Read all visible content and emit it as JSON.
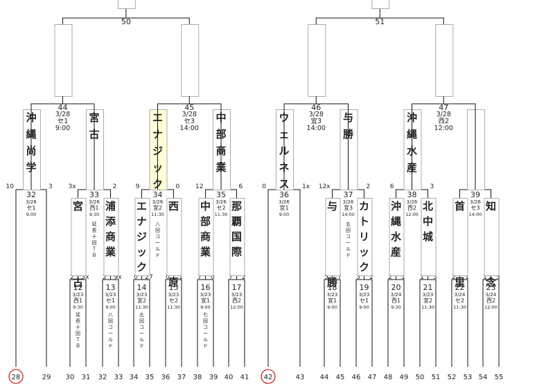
{
  "colors": {
    "line": "#111111",
    "box_stroke": "#aaaaaa",
    "box_fill": "#ffffff",
    "highlight_fill": "#ffffd8",
    "circle": "#cc2222",
    "text": "#222222"
  },
  "bottom_numbers": [
    "28",
    "29",
    "30",
    "31",
    "32",
    "33",
    "34",
    "35",
    "36",
    "37",
    "38",
    "39",
    "40",
    "41",
    "42",
    "43",
    "44",
    "45",
    "46",
    "47",
    "48",
    "49",
    "50",
    "51",
    "52",
    "53",
    "54",
    "55"
  ],
  "circled_numbers": [
    "28",
    "42"
  ],
  "top_matches": [
    {
      "num": "50"
    },
    {
      "num": "51"
    }
  ],
  "semi_matches": [
    {
      "num": "44",
      "date": "3/28",
      "venue": "セ1",
      "time": "9:00"
    },
    {
      "num": "45",
      "date": "3/28",
      "venue": "セ3",
      "time": "14:00"
    },
    {
      "num": "46",
      "date": "3/28",
      "venue": "宜3",
      "time": "14:00"
    },
    {
      "num": "47",
      "date": "3/28",
      "venue": "西2",
      "time": "12:00"
    }
  ],
  "semi_teams": [
    {
      "name": "沖縄尚学",
      "highlight": false
    },
    {
      "name": "宮古",
      "highlight": false
    },
    {
      "name": "エナジック",
      "highlight": true
    },
    {
      "name": "中部商業",
      "highlight": false
    },
    {
      "name": "ウェルネス",
      "highlight": false
    },
    {
      "name": "与勝",
      "highlight": false
    },
    {
      "name": "沖縄水産",
      "highlight": false
    },
    {
      "name": "",
      "highlight": false
    }
  ],
  "r2_matches": [
    {
      "num": "32",
      "date": "3/26",
      "venue": "セ1",
      "time": "9:00",
      "note": "",
      "score_l": "10",
      "score_r": "3"
    },
    {
      "num": "33",
      "date": "3/26",
      "venue": "西1",
      "time": "9:30",
      "note": "延長十回ＴＢ",
      "score_l": "3x",
      "score_r": "2"
    },
    {
      "num": "34",
      "date": "3/26",
      "venue": "宜2",
      "time": "11:30",
      "note": "八回コールド",
      "score_l": "9",
      "score_r": "0"
    },
    {
      "num": "35",
      "date": "3/26",
      "venue": "セ2",
      "time": "11:30",
      "note": "",
      "score_l": "12",
      "score_r": "6"
    },
    {
      "num": "36",
      "date": "3/26",
      "venue": "宜1",
      "time": "9:00",
      "note": "",
      "score_l": "0",
      "score_r": "1x"
    },
    {
      "num": "37",
      "date": "3/26",
      "venue": "宜3",
      "time": "14:00",
      "note": "五回コールド",
      "score_l": "12x",
      "score_r": "2"
    },
    {
      "num": "38",
      "date": "3/26",
      "venue": "西2",
      "time": "12:00",
      "note": "",
      "score_l": "6",
      "score_r": "3"
    },
    {
      "num": "39",
      "date": "3/26",
      "venue": "セ3",
      "time": "14:00",
      "note": "",
      "score_l": "",
      "score_r": ""
    }
  ],
  "r2_teams": [
    {
      "name": "宮古",
      "display": "宮　　　　古"
    },
    {
      "name": "浦添商業",
      "display": "浦添商業"
    },
    {
      "name": "エナジック",
      "display": "エナジック"
    },
    {
      "name": "西原",
      "display": "西　　　　原"
    },
    {
      "name": "中部商業",
      "display": "中部商業"
    },
    {
      "name": "那覇国際",
      "display": "那覇国際"
    },
    {
      "name": "与勝",
      "display": "与　　　　勝"
    },
    {
      "name": "カトリック",
      "display": "カトリック"
    },
    {
      "name": "沖縄水産",
      "display": "沖縄水産"
    },
    {
      "name": "北中城",
      "display": "北中城"
    },
    {
      "name": "首里",
      "display": "首　　　　里"
    },
    {
      "name": "知念",
      "display": "知　　　　念"
    }
  ],
  "r1_matches": [
    {
      "num": "12",
      "date": "3/23",
      "venue": "西1",
      "time": "9:30",
      "note": "延長十回ＴＢ",
      "score_l": "2",
      "score_r": "3x"
    },
    {
      "num": "13",
      "date": "3/23",
      "venue": "セ1",
      "time": "9:00",
      "note": "八回コールド",
      "score_l": "2",
      "score_r": "9x"
    },
    {
      "num": "14",
      "date": "3/23",
      "venue": "宜2",
      "time": "11:30",
      "note": "五回コールド",
      "score_l": "0",
      "score_r": "27"
    },
    {
      "num": "15",
      "date": "3/23",
      "venue": "セ2",
      "time": "11:30",
      "note": "",
      "score_l": "0",
      "score_r": "1"
    },
    {
      "num": "16",
      "date": "3/23",
      "venue": "宜1",
      "time": "9:00",
      "note": "七回コールド",
      "score_l": "7",
      "score_r": "0"
    },
    {
      "num": "17",
      "date": "3/23",
      "venue": "西2",
      "time": "12:00",
      "note": "",
      "score_l": "7",
      "score_r": "2"
    },
    {
      "num": "18",
      "date": "3/23",
      "venue": "宜1",
      "time": "9:00",
      "note": "",
      "score_l": "5",
      "score_r": "7"
    },
    {
      "num": "19",
      "date": "3/23",
      "venue": "セ1",
      "time": "9:00",
      "note": "",
      "score_l": "3",
      "score_r": "2"
    },
    {
      "num": "20",
      "date": "3/24",
      "venue": "西1",
      "time": "9:30",
      "note": "",
      "score_l": "2",
      "score_r": "1"
    },
    {
      "num": "21",
      "date": "3/23",
      "venue": "宜2",
      "time": "11:30",
      "note": "",
      "score_l": "1",
      "score_r": "5"
    },
    {
      "num": "22",
      "date": "3/24",
      "venue": "セ2",
      "time": "11:30",
      "note": "",
      "score_l": "2",
      "score_r": "1"
    },
    {
      "num": "23",
      "date": "3/24",
      "venue": "西2",
      "time": "12:00",
      "note": "",
      "score_l": "1",
      "score_r": "3"
    }
  ]
}
